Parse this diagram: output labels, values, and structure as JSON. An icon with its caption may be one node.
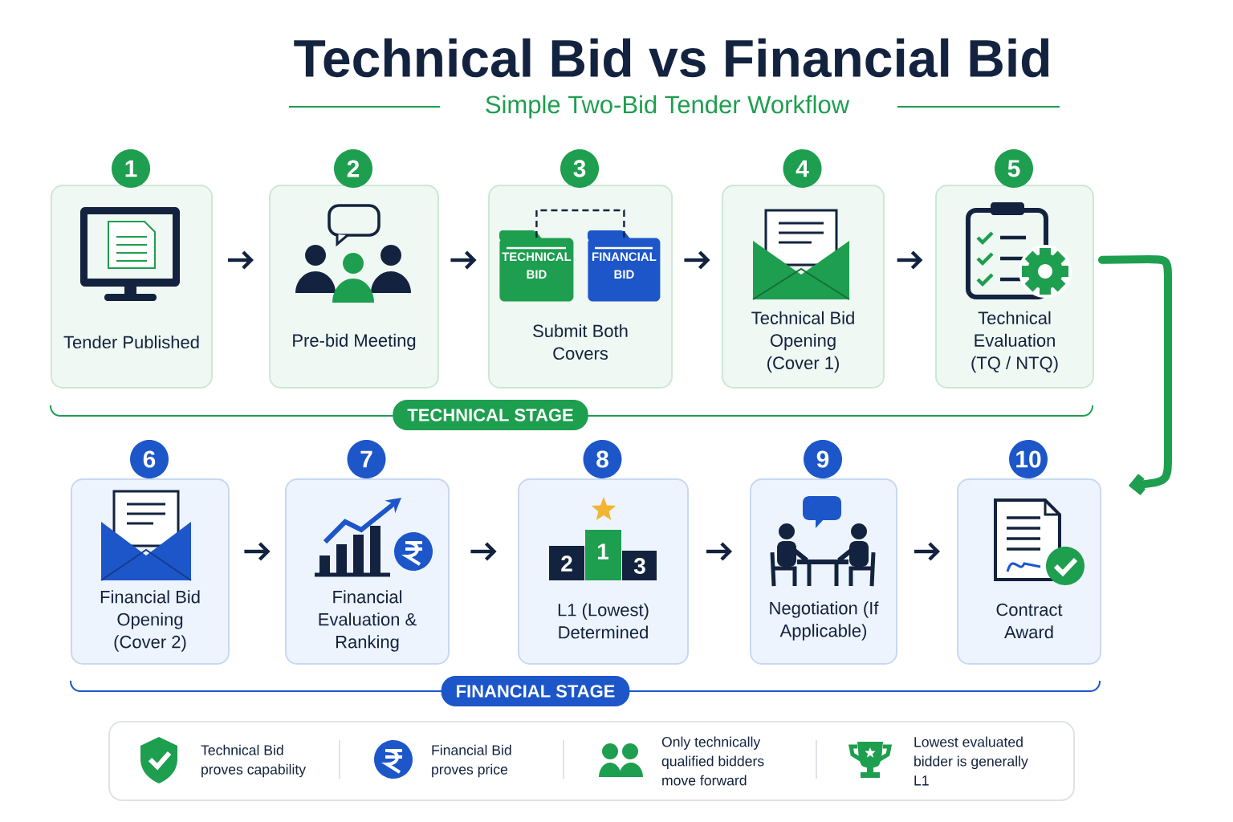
{
  "diagram": {
    "title": "Technical Bid vs Financial Bid",
    "nodes": [
      {
        "text": [
          "Tender Published"
        ],
        "beside": [
          "1"
        ]
      },
      {
        "text": [
          "Pre-bid Meeting"
        ],
        "beside": [
          "2"
        ]
      },
      {
        "text": [
          "Submit Both Covers"
        ],
        "beside": [
          "3"
        ]
      },
      {
        "text": [
          "TECHNICAL BID"
        ],
        "in": 2
      },
      {
        "text": [
          "FINANCIAL BID"
        ],
        "in": 2
      },
      {
        "text": [
          "Technical Bid Opening (Cover 1)"
        ],
        "beside": [
          "4"
        ]
      },
      {
        "text": [
          "Technical Evaluation (TQ / NTQ)"
        ],
        "beside": [
          "5"
        ]
      },
      {
        "text": [
          "TECHNICAL STAGE"
        ]
      },
      {
        "text": [
          "Financial Bid Opening (Cover 2)"
        ],
        "beside": [
          "6"
        ]
      },
      {
        "text": [
          "Financial Evaluation & Ranking"
        ],
        "beside": [
          "7"
        ]
      },
      {
        "text": [
          "L1 (Lowest) Determined"
        ],
        "beside": [
          "8"
        ]
      },
      {
        "text": [
          "Negotiation (If Applicable)"
        ],
        "beside": [
          "9"
        ]
      },
      {
        "text": [
          "Contract Award"
        ],
        "beside": [
          "10"
        ]
      },
      {
        "text": [
          "FINANCIAL STAGE"
        ]
      },
      {
        "text": [
          "Technical Bid proves capability",
          "Financial Bid proves price",
          "Only technically qualified bidders move forward",
          "Lowest evaluated bidder is generally L1"
        ]
      }
    ],
    "edges": [
      {
        "from": 0,
        "to": 1,
        "arrow": "to"
      },
      {
        "from": 1,
        "to": 2,
        "arrow": "to"
      },
      {
        "from": 2,
        "to": 5,
        "arrow": "to"
      },
      {
        "from": 5,
        "to": 6,
        "arrow": "to"
      },
      {
        "from": 6,
        "to": 12,
        "arrow": "to",
        "style": "thick",
        "color": "#1e9e4f"
      },
      {
        "from": 8,
        "to": 9,
        "arrow": "to"
      },
      {
        "from": 9,
        "to": 10,
        "arrow": "to"
      },
      {
        "from": 10,
        "to": 11,
        "arrow": "to"
      },
      {
        "from": 11,
        "to": 12,
        "arrow": "to"
      },
      {
        "from": 3,
        "to": 4,
        "arrow": "none",
        "style": "dashed"
      }
    ],
    "labels": [
      "Simple Two-Bid Tender Workflow",
      "2",
      "1",
      "3"
    ]
  }
}
